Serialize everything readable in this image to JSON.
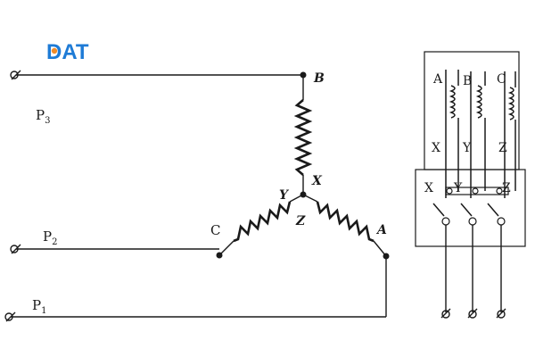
{
  "logo": {
    "text": "DAT",
    "color": "#1e7bd6",
    "accent": "#f28c28"
  },
  "star": {
    "terminals": {
      "B": "B",
      "C": "C",
      "A": "A"
    },
    "neutral": {
      "X": "X",
      "Y": "Y",
      "Z": "Z"
    }
  },
  "lines": {
    "p3": {
      "base": "P",
      "sub": "3"
    },
    "p2": {
      "base": "P",
      "sub": "2"
    },
    "p1": {
      "base": "P",
      "sub": "1"
    }
  },
  "box": {
    "top_labels": [
      "A",
      "B",
      "C"
    ],
    "mid_labels": [
      "X",
      "Y",
      "Z"
    ],
    "plate_labels": [
      "X",
      "Y",
      "Z"
    ]
  },
  "colors": {
    "ink": "#1a1a1a",
    "background": "#ffffff"
  }
}
